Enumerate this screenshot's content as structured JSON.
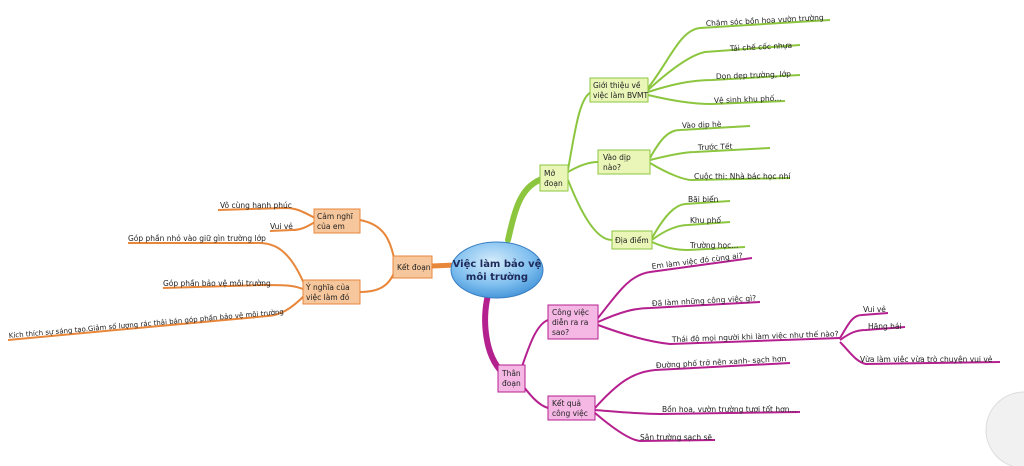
{
  "center": {
    "title_line1": "Việc làm bảo vệ",
    "title_line2": "môi trường"
  },
  "colors": {
    "green": "#8cc63f",
    "orange": "#e8863a",
    "magenta": "#b5208f",
    "green_fill": "#eaf5b8",
    "orange_fill": "#f6c79c",
    "pink_fill": "#f5b7e4"
  },
  "mo_doan": {
    "label_1": "Mở",
    "label_2": "đoạn",
    "gioi_thieu": {
      "label_1": "Giới thiệu về",
      "label_2": "việc làm BVMT",
      "items": [
        "Chăm sóc bồn hoa vườn trường",
        "Tái chế cốc nhựa",
        "Dọn dẹp trường, lớp",
        "Vệ sinh khu phố..."
      ]
    },
    "vao_dip": {
      "label_1": "Vào dịp",
      "label_2": "nào?",
      "items": [
        "Vào dịp hè",
        "Trước Tết",
        "Cuộc thi: Nhà bác học nhí"
      ]
    },
    "dia_diem": {
      "label": "Địa điểm",
      "items": [
        "Bãi biển",
        "Khu phố",
        "Trường học..."
      ]
    }
  },
  "than_doan": {
    "label_1": "Thân",
    "label_2": "đoạn",
    "cong_viec": {
      "label_1": "Công việc",
      "label_2": "diễn ra ra",
      "label_3": "sao?",
      "items": [
        "Em làm việc đó cùng ai?",
        "Đã làm những công việc gì?",
        "Thái độ mọi người khi làm việc như thế nào?"
      ],
      "thai_do": [
        "Vui vẻ",
        "Hăng hái",
        "Vừa làm việc vừa trò chuyện vui vẻ"
      ]
    },
    "ket_qua": {
      "label_1": "Kết quả",
      "label_2": "công việc",
      "items": [
        "Đường phố trở nên xanh- sạch hơn",
        "Bồn hoa, vườn trường tươi tốt hơn...",
        "Sân trường sạch sẽ"
      ]
    }
  },
  "ket_doan": {
    "label": "Kết đoạn",
    "cam_nghi": {
      "label_1": "Cảm nghĩ",
      "label_2": "của em",
      "items": [
        "Vô cùng hạnh phúc",
        "Vui vẻ"
      ]
    },
    "y_nghia": {
      "label_1": "Ý nghĩa của",
      "label_2": "việc làm đó",
      "items": [
        "Góp phần nhỏ vào giữ gìn trường lớp",
        "Góp phần bảo vệ môi trường",
        "Kích thích sự sáng tạo.Giảm số lượng rác thải bán góp phần bảo vệ môi trường"
      ]
    }
  }
}
